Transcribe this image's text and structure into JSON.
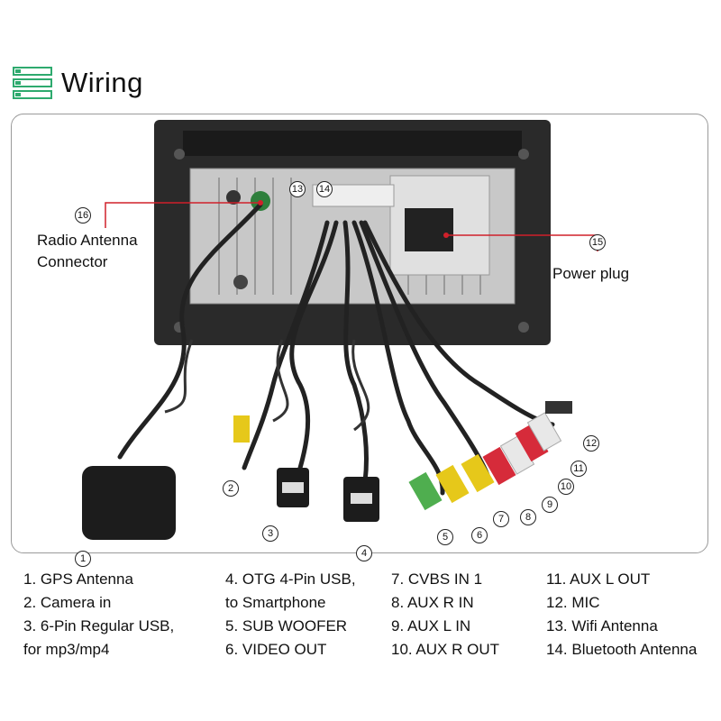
{
  "header": {
    "title": "Wiring",
    "icon": "list-icon",
    "accent_color": "#2eaa6e"
  },
  "callouts": {
    "radio_antenna": "Radio Antenna\nConnector",
    "power_plug": "Power plug",
    "n16": "16",
    "n15": "15",
    "n13": "13",
    "n14": "14"
  },
  "numbers": [
    "1",
    "2",
    "3",
    "4",
    "5",
    "6",
    "7",
    "8",
    "9",
    "10",
    "11",
    "12"
  ],
  "legend": {
    "col1": [
      "1. GPS Antenna",
      "2. Camera in",
      "3. 6-Pin Regular USB,",
      "for mp3/mp4"
    ],
    "col2": [
      "4. OTG 4-Pin USB,",
      "to Smartphone",
      "5. SUB WOOFER",
      "6. VIDEO OUT"
    ],
    "col3": [
      "7. CVBS IN 1",
      "8. AUX R IN",
      "9. AUX L IN",
      "10. AUX R OUT"
    ],
    "col4": [
      "11. AUX L OUT",
      "12. MIC",
      "13. Wifi Antenna",
      "14. Bluetooth Antenna"
    ]
  },
  "colors": {
    "callout_line": "#d0202a",
    "unit_body": "#2b2b2b",
    "panel": "#cfcfcf"
  }
}
